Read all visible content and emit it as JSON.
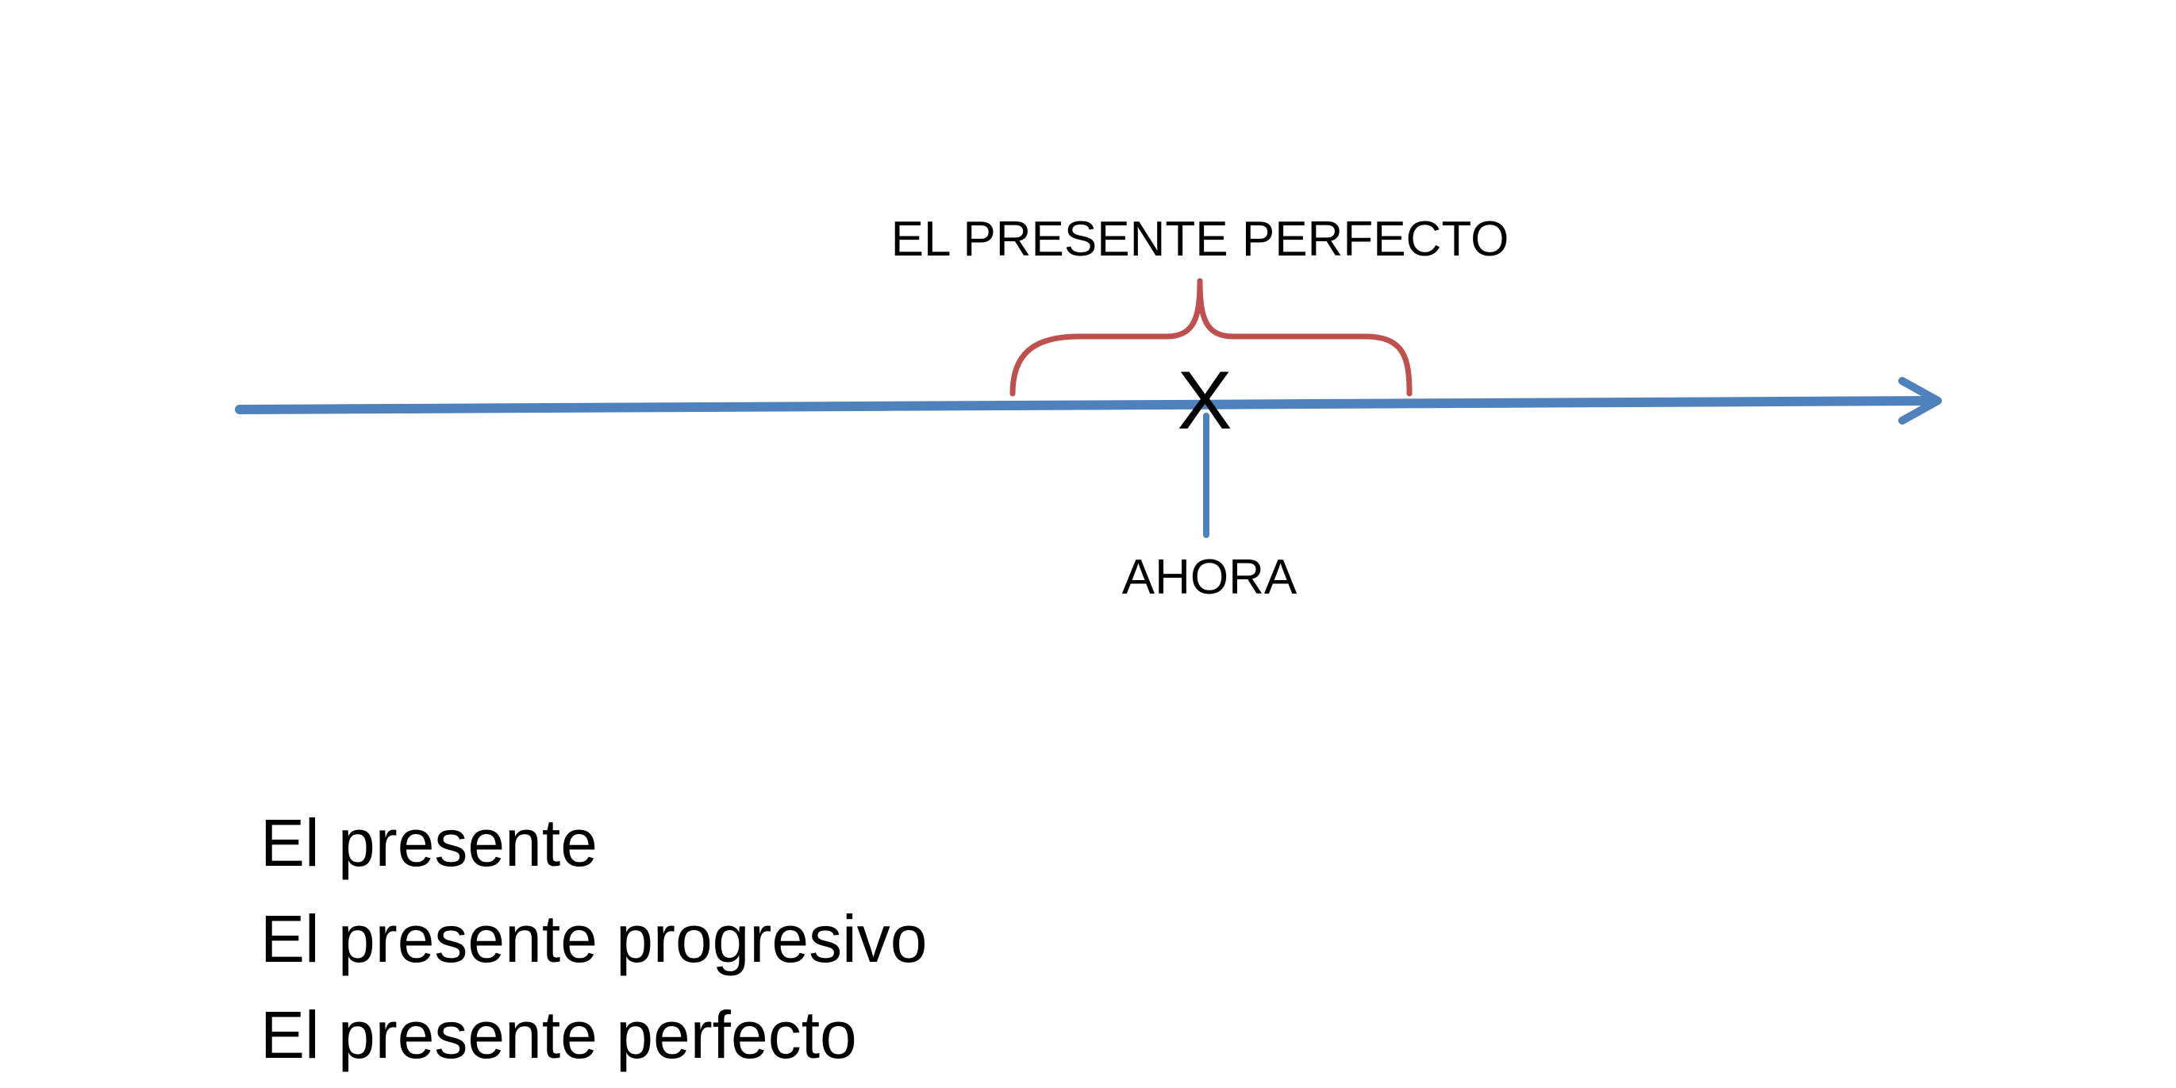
{
  "diagram": {
    "bracket_label": "EL PRESENTE PERFECTO",
    "marker_symbol": "X",
    "now_label": "AHORA",
    "colors": {
      "timeline": "#4F81BD",
      "bracket": "#C0504D",
      "text": "#000000",
      "background": "#FFFFFF"
    }
  },
  "list": {
    "items": [
      "El presente",
      "El presente progresivo",
      "El presente perfecto"
    ]
  }
}
